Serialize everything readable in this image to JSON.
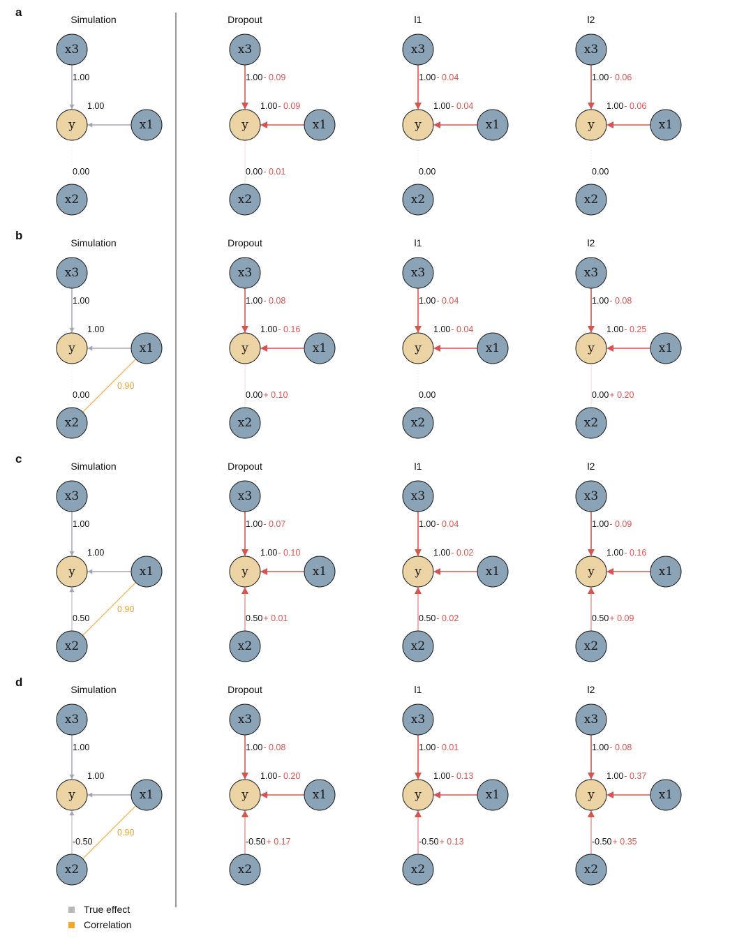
{
  "legend": {
    "true_effect": {
      "label": "True effect",
      "color": "#b8b8b8"
    },
    "correlation": {
      "label": "Correlation",
      "color": "#f5a623"
    }
  },
  "node_labels": {
    "y": "y",
    "x1": "x1",
    "x2": "x2",
    "x3": "x3"
  },
  "colors": {
    "node_x": "#8aa3b7",
    "node_y": "#ecd3a4",
    "true_edge": "#a8a4b8",
    "est_edge": "#d9534f",
    "correlation": "#f5a623"
  },
  "panels": [
    {
      "letter": "a",
      "correlation": null,
      "graphs": [
        {
          "title": "Simulation",
          "x3": {
            "w": "1.00"
          },
          "x1": {
            "w": "1.00"
          },
          "x2": {
            "w": "0.00"
          }
        },
        {
          "title": "Dropout",
          "x3": {
            "w": "1.00",
            "d": "- 0.09"
          },
          "x1": {
            "w": "1.00",
            "d": "- 0.09"
          },
          "x2": {
            "w": "0.00",
            "d": "- 0.01"
          }
        },
        {
          "title": "l1",
          "x3": {
            "w": "1.00",
            "d": "- 0.04"
          },
          "x1": {
            "w": "1.00",
            "d": "- 0.04"
          },
          "x2": {
            "w": "0.00"
          }
        },
        {
          "title": "l2",
          "x3": {
            "w": "1.00",
            "d": "- 0.06"
          },
          "x1": {
            "w": "1.00",
            "d": "- 0.06"
          },
          "x2": {
            "w": "0.00"
          }
        }
      ]
    },
    {
      "letter": "b",
      "correlation": "0.90",
      "graphs": [
        {
          "title": "Simulation",
          "x3": {
            "w": "1.00"
          },
          "x1": {
            "w": "1.00"
          },
          "x2": {
            "w": "0.00"
          }
        },
        {
          "title": "Dropout",
          "x3": {
            "w": "1.00",
            "d": "- 0.08"
          },
          "x1": {
            "w": "1.00",
            "d": "- 0.16"
          },
          "x2": {
            "w": "0.00",
            "d": "+ 0.10"
          }
        },
        {
          "title": "l1",
          "x3": {
            "w": "1.00",
            "d": "- 0.04"
          },
          "x1": {
            "w": "1.00",
            "d": "- 0.04"
          },
          "x2": {
            "w": "0.00"
          }
        },
        {
          "title": "l2",
          "x3": {
            "w": "1.00",
            "d": "- 0.08"
          },
          "x1": {
            "w": "1.00",
            "d": "- 0.25"
          },
          "x2": {
            "w": "0.00",
            "d": "+ 0.20"
          }
        }
      ]
    },
    {
      "letter": "c",
      "correlation": "0.90",
      "graphs": [
        {
          "title": "Simulation",
          "x3": {
            "w": "1.00"
          },
          "x1": {
            "w": "1.00"
          },
          "x2": {
            "w": "0.50"
          }
        },
        {
          "title": "Dropout",
          "x3": {
            "w": "1.00",
            "d": "- 0.07"
          },
          "x1": {
            "w": "1.00",
            "d": "- 0.10"
          },
          "x2": {
            "w": "0.50",
            "d": "+ 0.01"
          }
        },
        {
          "title": "l1",
          "x3": {
            "w": "1.00",
            "d": "- 0.04"
          },
          "x1": {
            "w": "1.00",
            "d": "- 0.02"
          },
          "x2": {
            "w": "0.50",
            "d": "- 0.02"
          }
        },
        {
          "title": "l2",
          "x3": {
            "w": "1.00",
            "d": "- 0.09"
          },
          "x1": {
            "w": "1.00",
            "d": "- 0.16"
          },
          "x2": {
            "w": "0.50",
            "d": "+ 0.09"
          }
        }
      ]
    },
    {
      "letter": "d",
      "correlation": "0.90",
      "graphs": [
        {
          "title": "Simulation",
          "x3": {
            "w": "1.00"
          },
          "x1": {
            "w": "1.00"
          },
          "x2": {
            "w": "-0.50"
          }
        },
        {
          "title": "Dropout",
          "x3": {
            "w": "1.00",
            "d": "- 0.08"
          },
          "x1": {
            "w": "1.00",
            "d": "- 0.20"
          },
          "x2": {
            "w": "-0.50",
            "d": "+ 0.17"
          }
        },
        {
          "title": "l1",
          "x3": {
            "w": "1.00",
            "d": "- 0.01"
          },
          "x1": {
            "w": "1.00",
            "d": "- 0.13"
          },
          "x2": {
            "w": "-0.50",
            "d": "+ 0.13"
          }
        },
        {
          "title": "l2",
          "x3": {
            "w": "1.00",
            "d": "- 0.08"
          },
          "x1": {
            "w": "1.00",
            "d": "- 0.37"
          },
          "x2": {
            "w": "-0.50",
            "d": "+ 0.35"
          }
        }
      ]
    }
  ]
}
